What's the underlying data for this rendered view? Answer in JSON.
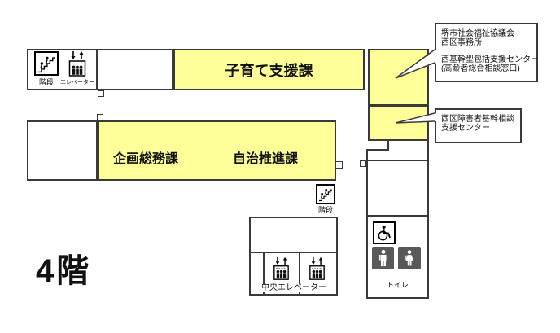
{
  "floor_label": "4階",
  "rooms": {
    "kosodate_shien_ka": "子育て支援課",
    "kikaku_somu_ka": "企画総務課",
    "jichi_suishin_ka": "自治推進課"
  },
  "labels": {
    "stairs_top": "階段",
    "stairs_mid": "階段",
    "elevator": "エレベーター",
    "central_elevator": "中央エレベーター",
    "toilet": "トイレ"
  },
  "callouts": {
    "office": {
      "lines": [
        "堺市社会福祉協議会",
        "西区事務所",
        "",
        "西基幹型包括支援センター",
        "(高齢者総合相談窓口)"
      ]
    },
    "support_center": {
      "lines": [
        "西区障害者基幹相談",
        "支援センター"
      ]
    }
  },
  "colors": {
    "room_highlight": "#FFFF99",
    "wall": "#3A3A3A",
    "pictogram_gray": "#595959"
  }
}
